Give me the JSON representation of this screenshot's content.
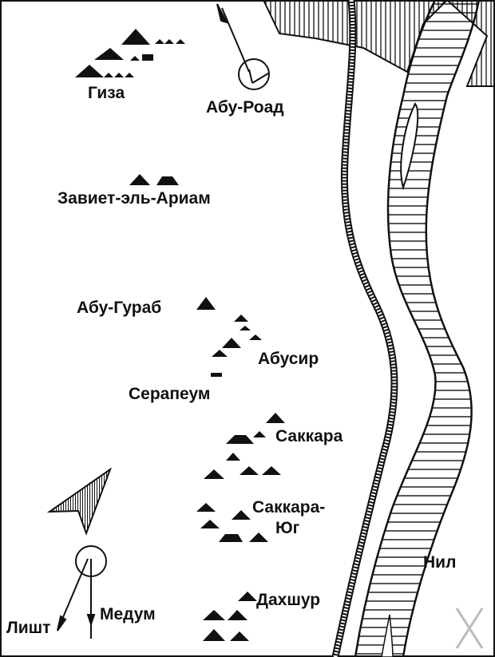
{
  "labels": {
    "giza": "Гиза",
    "abu_roash": "Абу-Роад",
    "zawiyet": "Завиет-эль-Ариам",
    "abu_gurab": "Абу-Гураб",
    "abusir": "Абусир",
    "serapeum": "Серапеум",
    "saqqara": "Саккара",
    "saqqara_south_1": "Саккара-",
    "saqqara_south_2": "Юг",
    "nile": "Нил",
    "dahshur": "Дахшур",
    "meidum": "Медум",
    "lisht": "Лишт"
  },
  "colors": {
    "ink": "#111111",
    "background": "#ffffff"
  }
}
